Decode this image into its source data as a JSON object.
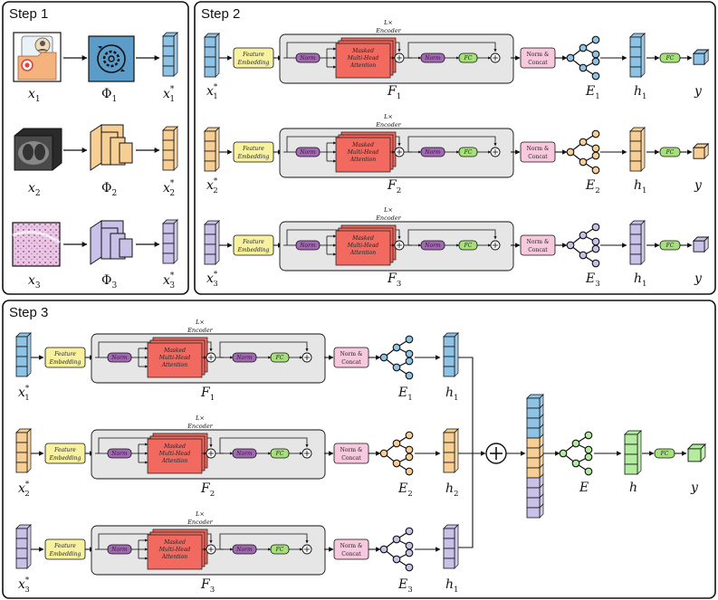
{
  "steps": {
    "step1_title": "Step 1",
    "step2_title": "Step 2",
    "step3_title": "Step 3"
  },
  "step1": {
    "rows": [
      {
        "input": "x",
        "input_sub": "1",
        "model": "Φ",
        "model_sub": "1",
        "output": "x",
        "output_sub": "1",
        "output_sup": "*"
      },
      {
        "input": "x",
        "input_sub": "2",
        "model": "Φ",
        "model_sub": "2",
        "output": "x",
        "output_sub": "2",
        "output_sup": "*"
      },
      {
        "input": "x",
        "input_sub": "3",
        "model": "Φ",
        "model_sub": "3",
        "output": "x",
        "output_sub": "3",
        "output_sup": "*"
      }
    ]
  },
  "step2": {
    "rows": [
      {
        "input": "x",
        "input_sub": "1",
        "input_sup": "*",
        "encoder": "F",
        "encoder_sub": "1",
        "expert": "E",
        "expert_sub": "1",
        "hidden": "h",
        "hidden_sub": "1",
        "output": "y"
      },
      {
        "input": "x",
        "input_sub": "2",
        "input_sup": "*",
        "encoder": "F",
        "encoder_sub": "2",
        "expert": "E",
        "expert_sub": "2",
        "hidden": "h",
        "hidden_sub": "1",
        "output": "y"
      },
      {
        "input": "x",
        "input_sub": "3",
        "input_sup": "*",
        "encoder": "F",
        "encoder_sub": "3",
        "expert": "E",
        "expert_sub": "3",
        "hidden": "h",
        "hidden_sub": "1",
        "output": "y"
      }
    ]
  },
  "step3": {
    "rows": [
      {
        "input": "x",
        "input_sub": "1",
        "input_sup": "*",
        "encoder": "F",
        "encoder_sub": "1",
        "expert": "E",
        "expert_sub": "1",
        "hidden": "h",
        "hidden_sub": "1"
      },
      {
        "input": "x",
        "input_sub": "2",
        "input_sup": "*",
        "encoder": "F",
        "encoder_sub": "2",
        "expert": "E",
        "expert_sub": "2",
        "hidden": "h",
        "hidden_sub": "2"
      },
      {
        "input": "x",
        "input_sub": "3",
        "input_sup": "*",
        "encoder": "F",
        "encoder_sub": "3",
        "expert": "E",
        "expert_sub": "3",
        "hidden": "h",
        "hidden_sub": "1"
      }
    ],
    "fusion_expert": "E",
    "fusion_hidden": "h",
    "fusion_output": "y",
    "fusion_op": "+"
  },
  "blocks": {
    "feature_embedding_line1": "Feature",
    "feature_embedding_line2": "Embedding",
    "encoder_repeat": "L×",
    "encoder_label": "Encoder",
    "norm": "Norm",
    "attention_line1": "Masked",
    "attention_line2": "Multi-Head",
    "attention_line3": "Attention",
    "fc": "FC",
    "norm_concat_line1": "Norm &",
    "norm_concat_line2": "Concat",
    "plus_small": "+"
  },
  "colors": {
    "blue": "#8fc3e6",
    "orange": "#f7cf95",
    "purple": "#c9c1e8",
    "green": "#b3ec9f",
    "yellow": "#f8f1a0",
    "norm_purple": "#a368b3",
    "fc_green": "#a6e07a",
    "pink": "#f8c9de",
    "attention_red": "#f2695f",
    "encoder_gray": "#e6e6e6"
  }
}
